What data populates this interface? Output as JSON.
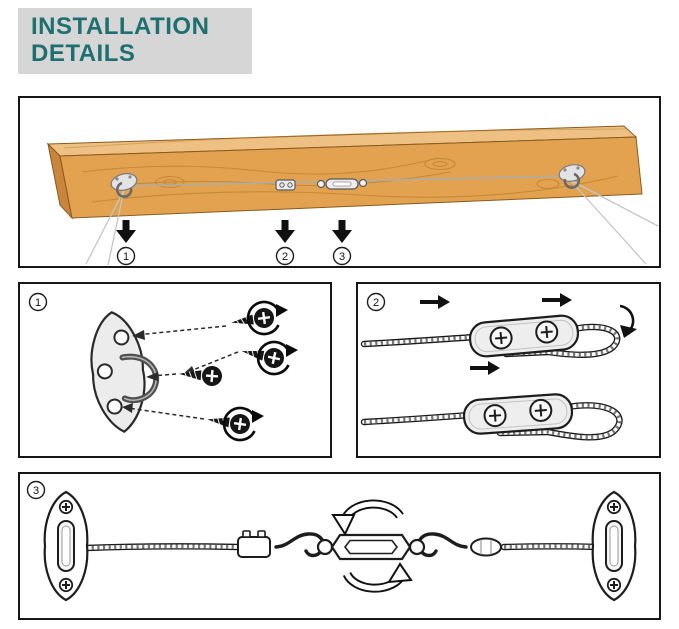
{
  "header": {
    "line1": "INSTALLATION",
    "line2": "DETAILS"
  },
  "steps": [
    "1",
    "2",
    "3"
  ],
  "colors": {
    "header_background": "#d6d6d6",
    "header_text": "#1e6f70",
    "panel_border": "#161616",
    "wood_front": "#e2a24f",
    "wood_top": "#eec084",
    "wood_end": "#c9853b",
    "wood_grain": "#bc832f",
    "metal_outline": "#1d1d1d",
    "diagram_background": "#ffffff"
  },
  "icons": {
    "down_arrow": "solid black downward arrow",
    "rotation_arrow": "circular clockwise arrow around screw",
    "direction_arrow": "solid right-pointing arrow",
    "turn_arrow": "large outlined curved arrow around turnbuckle"
  }
}
